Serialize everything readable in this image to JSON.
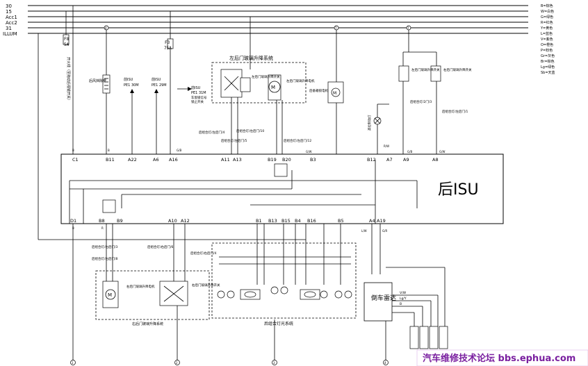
{
  "rails": [
    "30",
    "15",
    "Acc1",
    "Acc2",
    "31",
    "ILLUM"
  ],
  "fuses": {
    "left": {
      "name": "F8",
      "rating": "5A"
    },
    "mid": {
      "name": "F3",
      "rating": "75A"
    }
  },
  "fuse_side_note": "开火线（至拖动后视镜开关）",
  "legend_codes": [
    "B=棕色",
    "W=白色",
    "G=绿色",
    "R=红色",
    "Y=黄色",
    "L=蓝色",
    "V=紫色",
    "O=橙色",
    "P=粉色",
    "Gr=灰色",
    "Br=棕色",
    "Lg=绿色",
    "Sb=天蓝"
  ],
  "nodes": {
    "n1": "4",
    "n2": "7",
    "n3": "7"
  },
  "module": {
    "name": "后ISU"
  },
  "subsystems": {
    "left_window": "左后门玻璃升降系统",
    "right_window": "右后门玻璃升降系统",
    "rear_lamps": "后组合灯光系统",
    "radar": "倒车雷达"
  },
  "isu_refs": [
    {
      "line1": "前ISU",
      "line2": "PE1 30M"
    },
    {
      "line1": "前ISU",
      "line2": "PE1 29M"
    },
    {
      "line1": "前ISU",
      "line2": "PE1 31M",
      "line3": "车窗锁信号",
      "line4": "锁止开关"
    }
  ],
  "components": {
    "defrost": "后风挡除雾",
    "lw_switch": "左后门玻璃升降开关",
    "lw_motor": "左后门玻璃升降电机",
    "trunk_motor": "后备箱锁电机",
    "high_stop": "高位制动灯",
    "rear_switch_a": "左后门玻璃升降开关",
    "rear_switch_b": "右后门玻璃升降开关",
    "rw_motor": "右后门玻璃升降电机",
    "rw_switch": "右后门玻璃升降开关"
  },
  "connector_notes": {
    "c1": "后组合灯/2门/3",
    "c2": "后组合灯/左后门/1",
    "c3": "后组合灯/左后门/4",
    "c4": "后组合灯/左后门/5",
    "c5": "后组合灯/左后门/10",
    "c6": "后组合灯/左后门/12",
    "c7": "后组合灯/右后门/3",
    "c8": "后组合灯/右后门/8",
    "c9": "后组合灯/右后门/6",
    "c10": "后组合灯/右后门/4"
  },
  "pins_top": [
    {
      "label": "C1",
      "wire": "B"
    },
    {
      "label": "B11",
      "wire": "B"
    },
    {
      "label": "A22",
      "wire": ""
    },
    {
      "label": "A6",
      "wire": ""
    },
    {
      "label": "A16",
      "wire": "G/B"
    },
    {
      "label": "A11",
      "wire": ""
    },
    {
      "label": "A13",
      "wire": ""
    },
    {
      "label": "B19",
      "wire": ""
    },
    {
      "label": "B20",
      "wire": ""
    },
    {
      "label": "B3",
      "wire": "G/W"
    },
    {
      "label": "B12",
      "wire": ""
    },
    {
      "label": "A7",
      "wire": "R/W"
    },
    {
      "label": "A9",
      "wire": "G/B"
    },
    {
      "label": "A8",
      "wire": "G/W"
    }
  ],
  "pins_bottom": [
    {
      "label": "D1",
      "wire": "B"
    },
    {
      "label": "B8",
      "wire": "R"
    },
    {
      "label": "B9",
      "wire": ""
    },
    {
      "label": "A10",
      "wire": ""
    },
    {
      "label": "A12",
      "wire": ""
    },
    {
      "label": "B1",
      "wire": ""
    },
    {
      "label": "B13",
      "wire": ""
    },
    {
      "label": "B15",
      "wire": ""
    },
    {
      "label": "B4",
      "wire": ""
    },
    {
      "label": "B16",
      "wire": ""
    },
    {
      "label": "B5",
      "wire": ""
    },
    {
      "label": "A4",
      "wire": "L/W"
    },
    {
      "label": "A19",
      "wire": "G/R"
    }
  ],
  "radar_wires": [
    "V/W",
    "Lg/Y",
    "B"
  ],
  "ground_points": [
    "1",
    "2",
    "3",
    "4"
  ],
  "watermark": "汽车维修技术论坛 bbs.ephua.com"
}
